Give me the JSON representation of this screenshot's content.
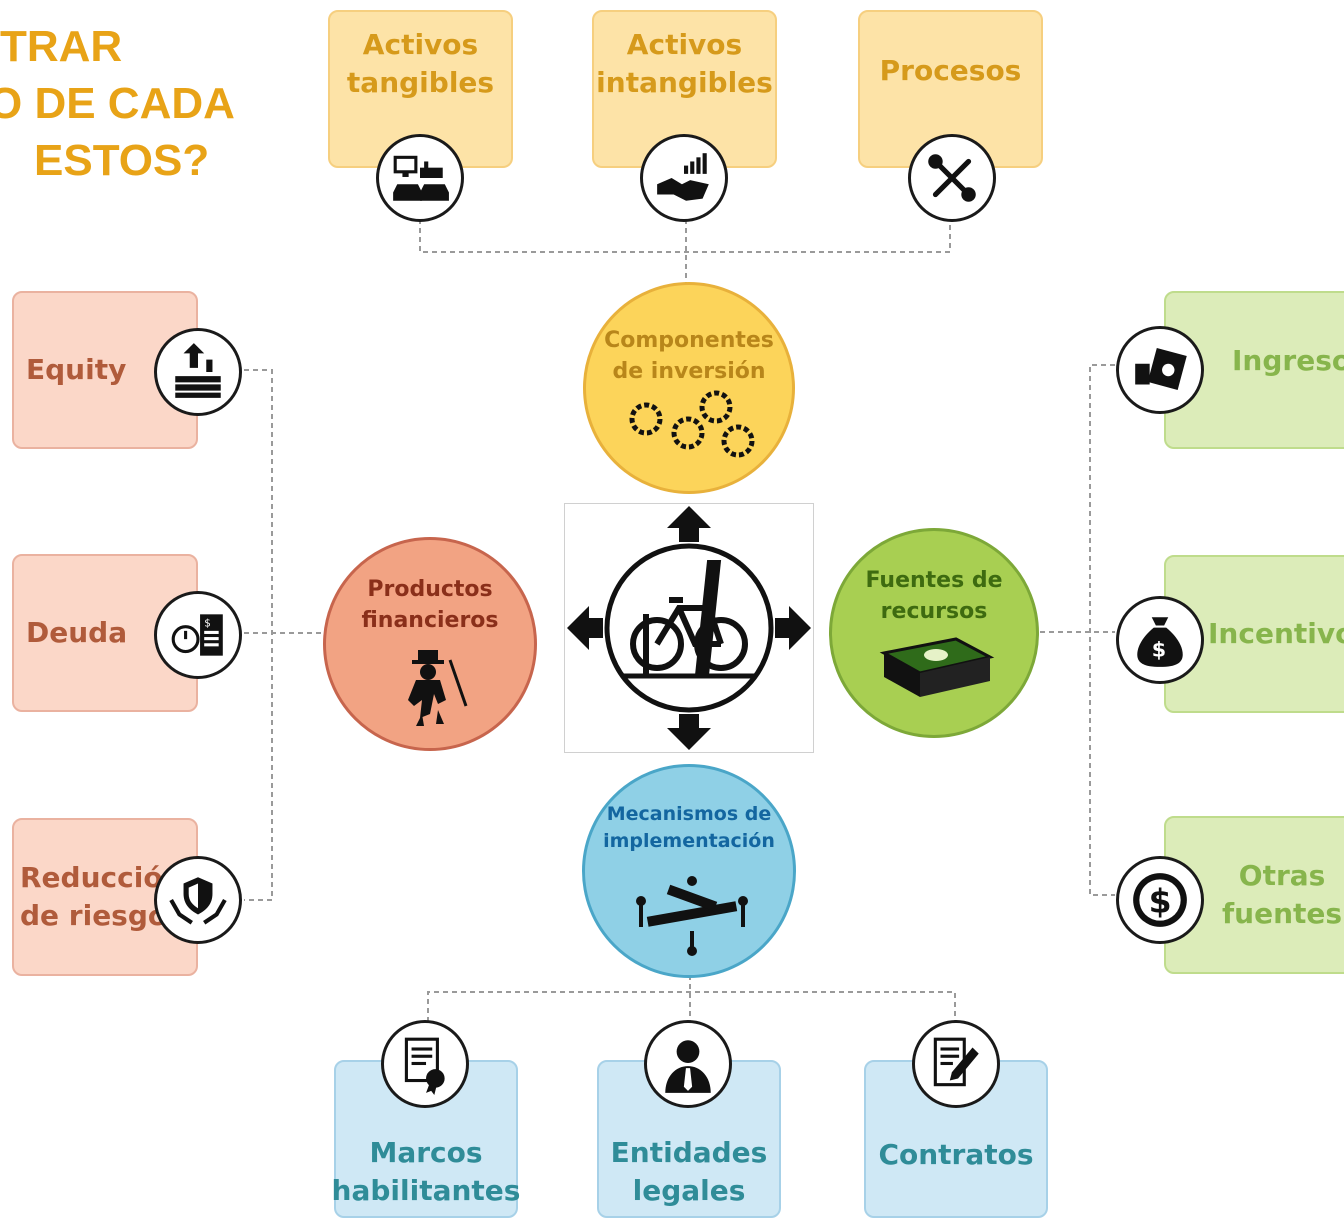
{
  "title": {
    "line1": "TRAR",
    "line2": "O DE CADA",
    "line3": "ESTOS?"
  },
  "top_boxes": [
    {
      "line1": "Activos",
      "line2": "tangibles",
      "icon": "equipment-vehicles-icon"
    },
    {
      "line1": "Activos",
      "line2": "intangibles",
      "icon": "handshake-growth-icon"
    },
    {
      "line1": "Procesos",
      "icon": "tools-icon"
    }
  ],
  "left_boxes": [
    {
      "line1": "Equity",
      "icon": "cash-growth-icon"
    },
    {
      "line1": "Deuda",
      "icon": "timer-invoice-icon"
    },
    {
      "line1": "Reducción",
      "line2": "de riesgos",
      "icon": "hands-shield-icon"
    }
  ],
  "right_boxes": [
    {
      "line1": "Ingresos",
      "icon": "money-hand-icon"
    },
    {
      "line1": "Incentivos",
      "icon": "money-bag-icon"
    },
    {
      "line1": "Otras",
      "line2": "fuentes",
      "icon": "dollar-coin-icon"
    }
  ],
  "bottom_boxes": [
    {
      "line1": "Marcos",
      "line2": "habilitantes",
      "icon": "certificate-icon"
    },
    {
      "line1": "Entidades",
      "line2": "legales",
      "icon": "person-icon"
    },
    {
      "line1": "Contratos",
      "icon": "contract-pen-icon"
    }
  ],
  "circles": {
    "top": {
      "line1": "Componentes",
      "line2": "de inversión",
      "icon": "gears-icon",
      "color": "#fcd45a"
    },
    "left": {
      "line1": "Productos",
      "line2": "financieros",
      "icon": "monopoly-man-icon",
      "color": "#f2a383"
    },
    "right": {
      "line1": "Fuentes de",
      "line2": "recursos",
      "icon": "cash-stack-icon",
      "color": "#a8cf52"
    },
    "bottom": {
      "line1": "Mecanismos de",
      "line2": "implementación",
      "icon": "people-puzzle-icon",
      "color": "#8fd0e6"
    }
  },
  "center": {
    "icon": "bicycle-parking-icon"
  }
}
